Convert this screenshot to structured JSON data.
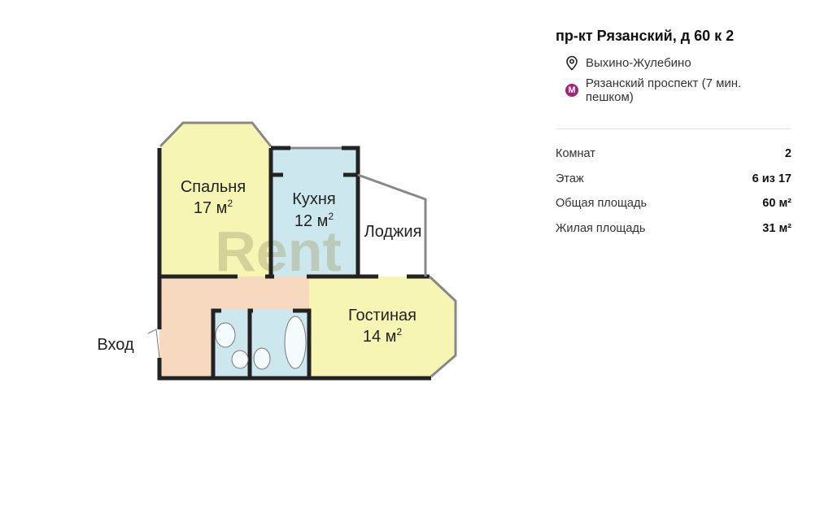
{
  "listing": {
    "address": "пр-кт Рязанский, д 60 к 2",
    "district": "Выхино-Жулебино",
    "metro": "Рязанский проспект (7 мин. пешком)",
    "metro_icon_letter": "М",
    "metro_color": "#a4237d"
  },
  "params": [
    {
      "label": "Комнат",
      "value": "2"
    },
    {
      "label": "Этаж",
      "value": "6 из 17"
    },
    {
      "label": "Общая площадь",
      "value": "60 м²"
    },
    {
      "label": "Жилая площадь",
      "value": "31 м²"
    }
  ],
  "plan": {
    "watermark": "Rent",
    "entrance": "Вход",
    "rooms": [
      {
        "name": "Спальня",
        "area": "17 м",
        "sup": "2"
      },
      {
        "name": "Кухня",
        "area": "12 м",
        "sup": "2"
      },
      {
        "name": "Лоджия"
      },
      {
        "name": "Гостиная",
        "area": "14 м",
        "sup": "2"
      }
    ]
  }
}
